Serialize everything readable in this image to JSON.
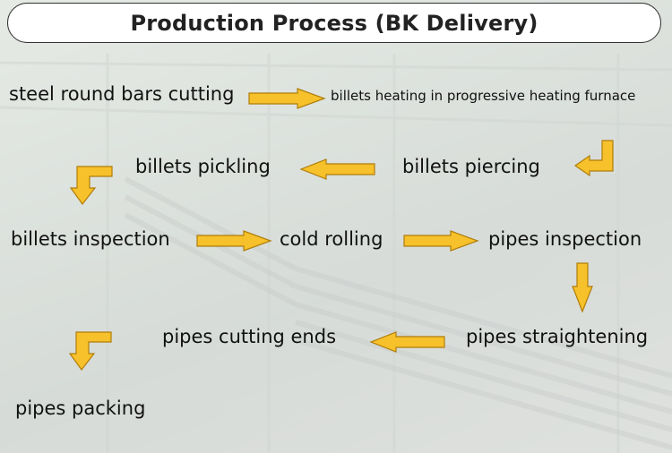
{
  "title": "Production Process (BK Delivery)",
  "steps": [
    "steel round bars cutting",
    "billets heating in progressive  heating furnace",
    "billets piercing",
    "billets pickling",
    "billets inspection",
    "cold rolling",
    "pipes inspection",
    "pipes straightening",
    "pipes cutting ends",
    "pipes packing"
  ],
  "colors": {
    "arrow_fill": "#f6c12a",
    "arrow_stroke": "#b07d0a",
    "text": "#111111",
    "title_border": "#333333"
  }
}
